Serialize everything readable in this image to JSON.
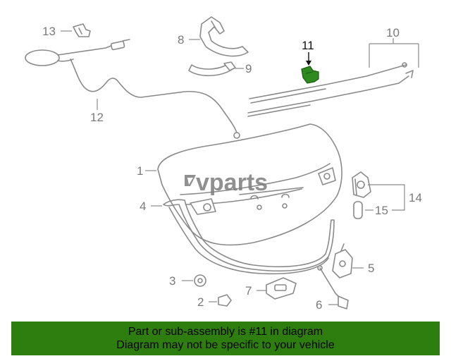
{
  "watermark": {
    "text": "vparts"
  },
  "callouts": {
    "c1": "1",
    "c2": "2",
    "c3": "3",
    "c4": "4",
    "c5": "5",
    "c6": "6",
    "c7": "7",
    "c8": "8",
    "c9": "9",
    "c10": "10",
    "c11": "11",
    "c12": "12",
    "c13": "13",
    "c14": "14",
    "c15": "15"
  },
  "highlighted_part": "11",
  "colors": {
    "highlight": "#2f8a1f",
    "banner": "#2e7d0f",
    "linework": "#8a8a8a"
  },
  "banner": {
    "line1": "Part or sub-assembly is #11 in diagram",
    "line2": "Diagram may not be specific to your vehicle"
  }
}
